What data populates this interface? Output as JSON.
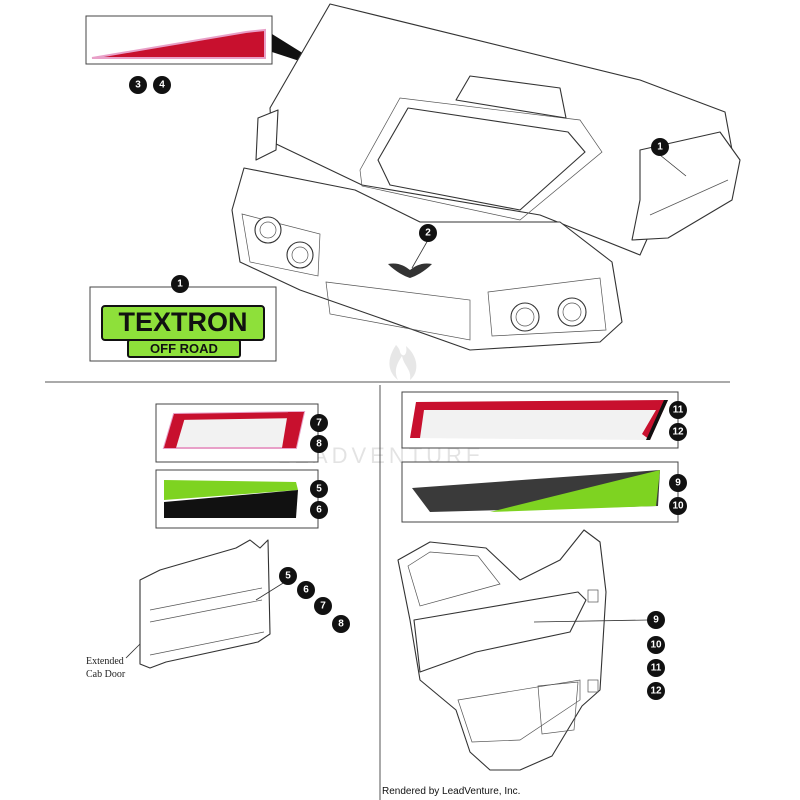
{
  "diagram": {
    "colors": {
      "decal_red": "#c8102e",
      "decal_pink_outline": "#e8a0c8",
      "decal_green": "#7ed321",
      "decal_black": "#111111",
      "decal_gray": "#3a3a3a",
      "logo_green": "#8ee03a"
    },
    "logo": {
      "line1": "TEXTRON",
      "line2": "OFF ROAD"
    },
    "watermark": "LEADVENTURE",
    "callouts": {
      "hood_stripe_a": "3",
      "hood_stripe_b": "4",
      "hood_decal": "1",
      "emblem": "2",
      "logo_decal": "1",
      "door_red_small_a": "7",
      "door_red_small_b": "8",
      "door_green_small_a": "5",
      "door_green_small_b": "6",
      "door_red_large_a": "11",
      "door_red_large_b": "12",
      "door_green_large_a": "9",
      "door_green_large_b": "10",
      "ext_door_a": "5",
      "ext_door_b": "6",
      "ext_door_c": "7",
      "ext_door_d": "8",
      "front_door_a": "9",
      "front_door_b": "10",
      "front_door_c": "11",
      "front_door_d": "12"
    },
    "labels": {
      "extended_cab_door_line1": "Extended",
      "extended_cab_door_line2": "Cab Door"
    },
    "footer": "Rendered by LeadVenture, Inc."
  }
}
